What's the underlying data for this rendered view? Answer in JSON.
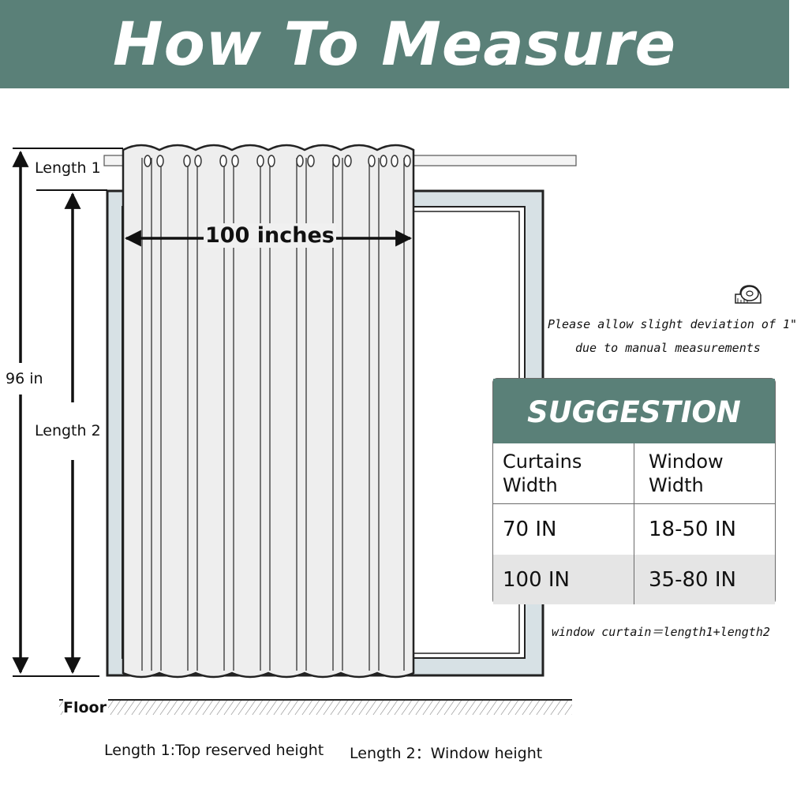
{
  "header": {
    "title": "How To Measure",
    "bg_color": "#5a8078"
  },
  "measurements": {
    "length1": "Length 1",
    "length2": "Length 2",
    "total": "96 in",
    "width": "100 inches",
    "floor": "Floor"
  },
  "notes": {
    "tape_icon": "tape-measure-icon",
    "deviation_line1": "Please allow slight deviation of 1\"",
    "deviation_line2": "due to manual measurements",
    "formula": "window curtain＝length1+length2"
  },
  "suggestion": {
    "title": "SUGGESTION",
    "headers": [
      "Curtains Width",
      "Window Width"
    ],
    "rows": [
      [
        "70 IN",
        "18-50 IN"
      ],
      [
        "100 IN",
        "35-80 IN"
      ]
    ]
  },
  "legend": {
    "length1": "Length 1:Top reserved height",
    "length2": "Length 2：Window height"
  }
}
